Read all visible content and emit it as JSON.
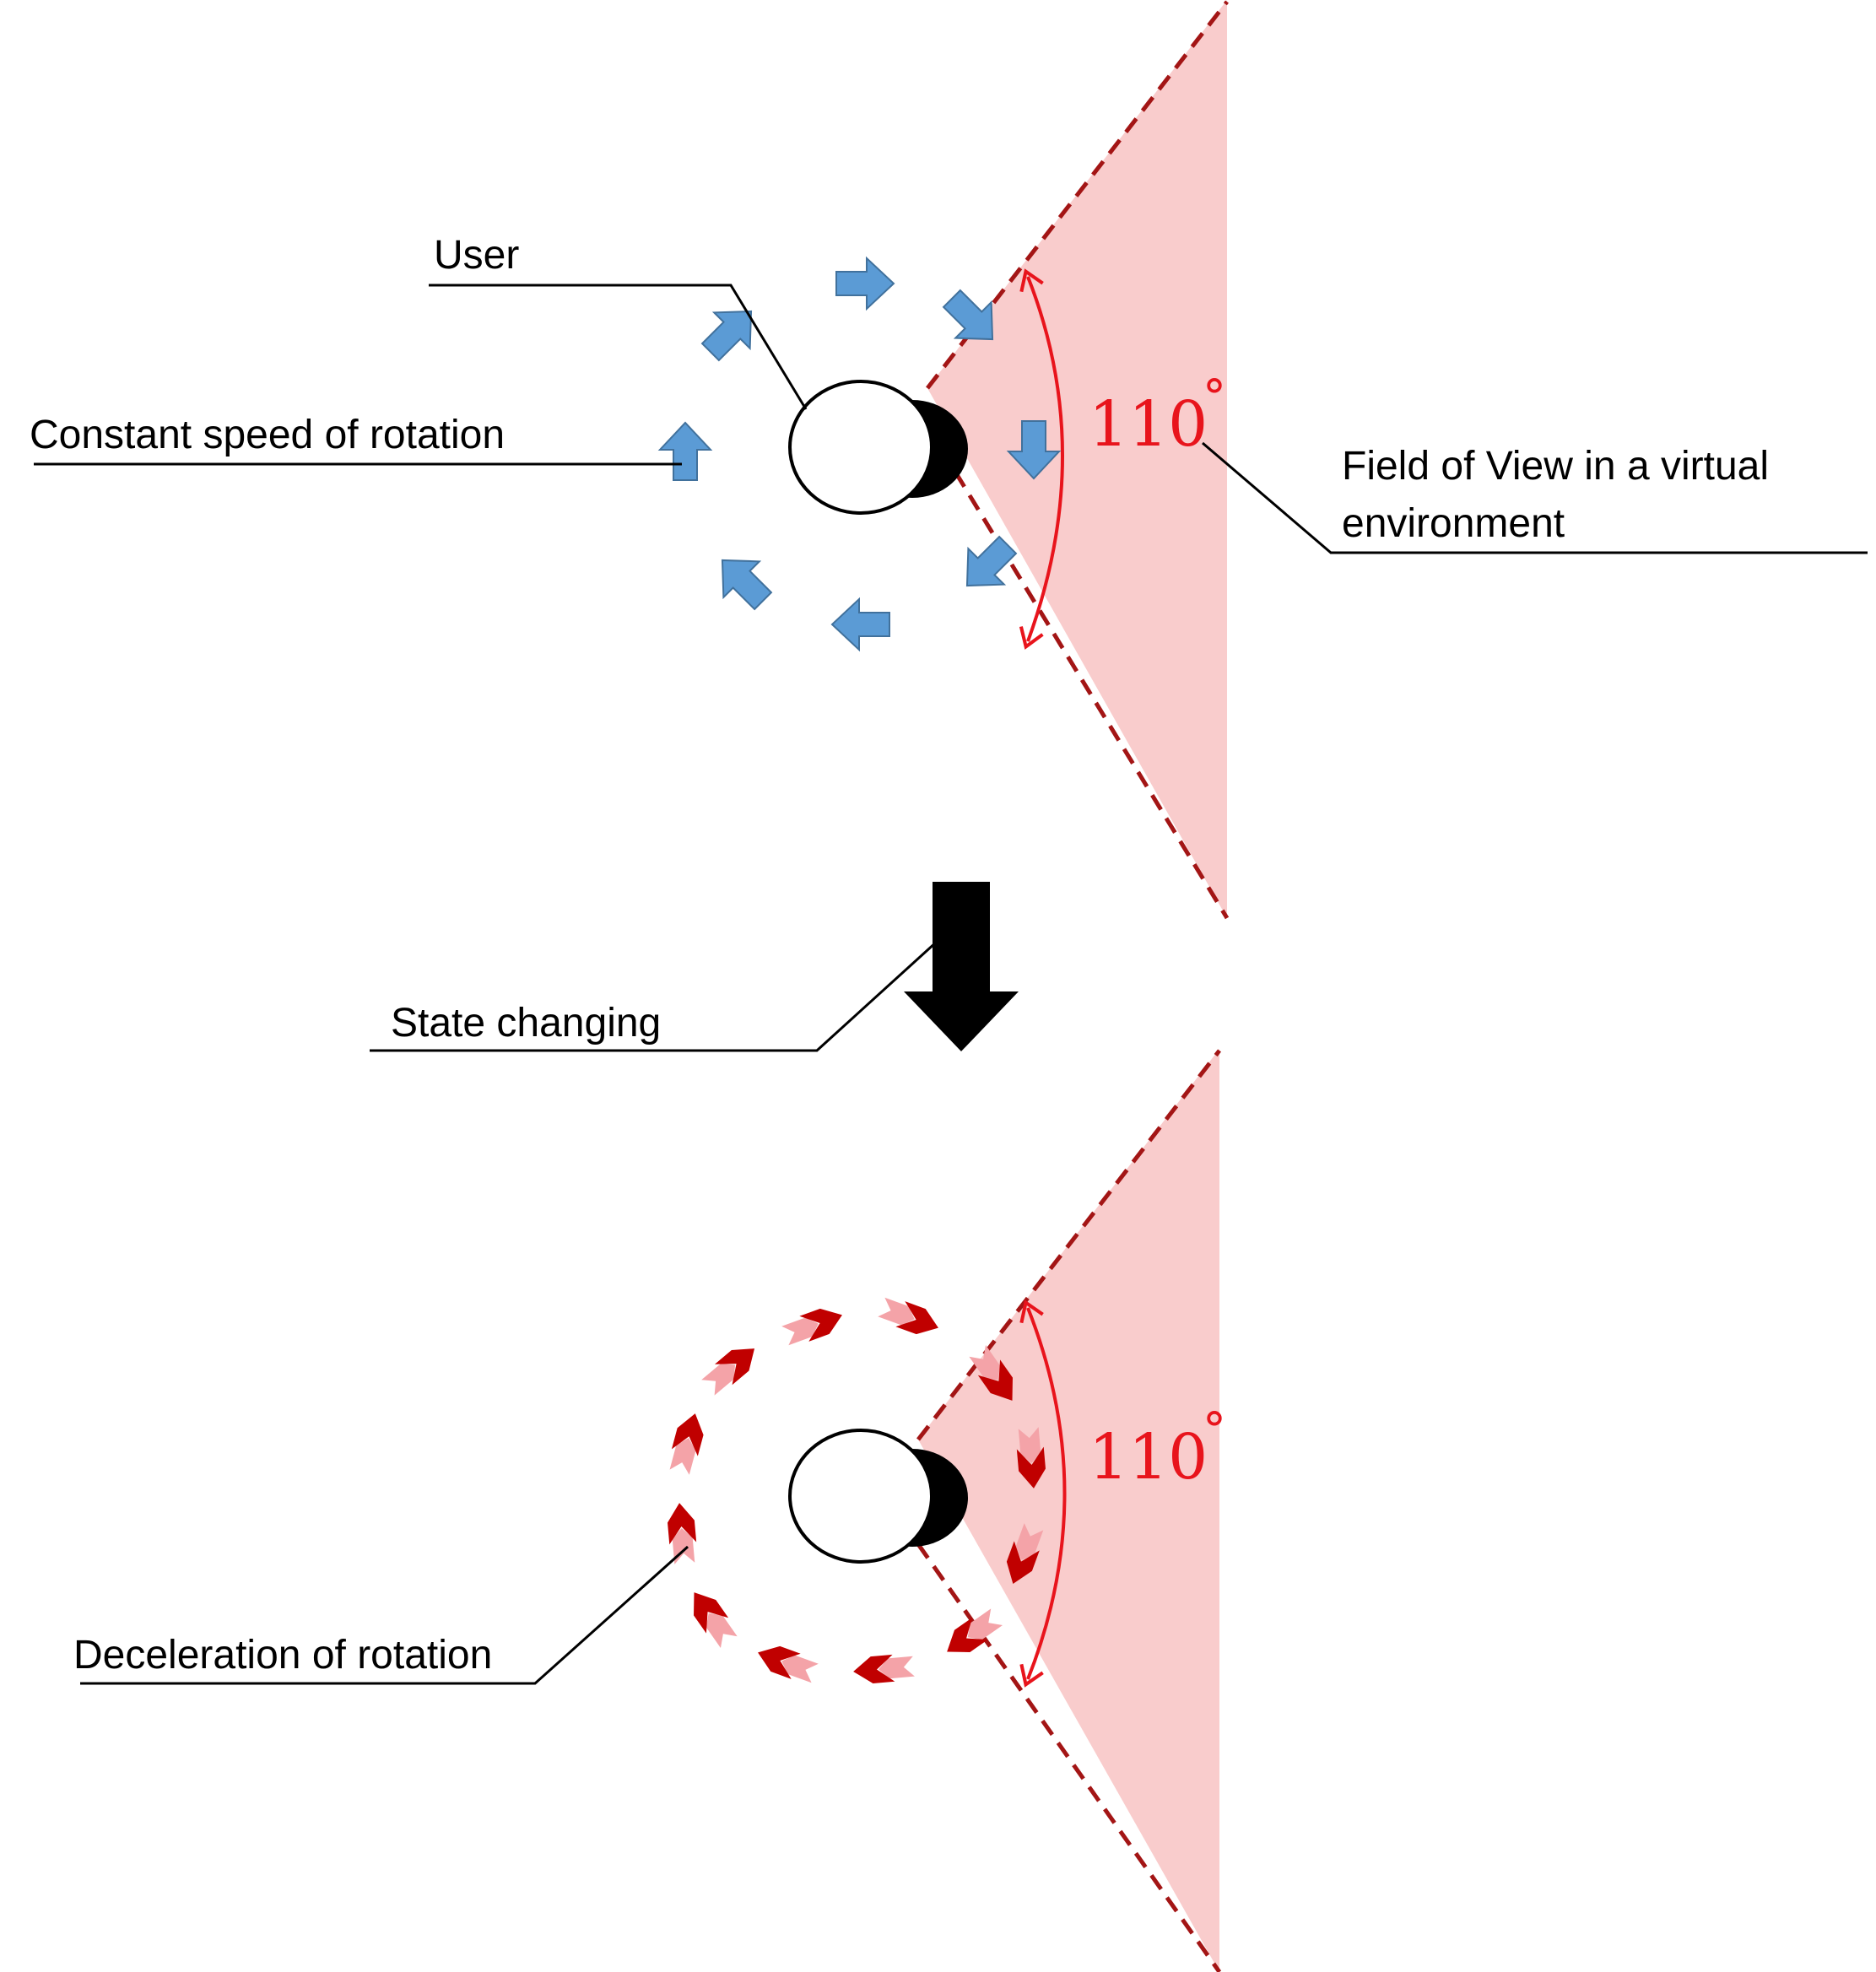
{
  "labels": {
    "user": "User",
    "constant_speed": "Constant speed of rotation",
    "fov_line1": "Field of View in a virtual",
    "fov_line2": "environment",
    "state_changing": "State changing",
    "deceleration": "Deceleration of rotation"
  },
  "fov": {
    "angle_text": "110",
    "degree_mark": "°"
  },
  "colors": {
    "fov_fill": "#f9cccc",
    "fov_edge": "#a31515",
    "angle_arc": "#e8141c",
    "rotation_arrow": "#5b9bd5",
    "rotation_arrow_edge": "#41719c",
    "decel_dark": "#c00000",
    "decel_light": "#f4a3a8",
    "state_arrow": "#000000"
  },
  "icons": {
    "rotation_arrows": "block-arrow-icon",
    "deceleration_arrows": "chevron-arrow-icon",
    "state_arrow": "down-arrow-icon",
    "user_head": "head-topview-icon"
  }
}
